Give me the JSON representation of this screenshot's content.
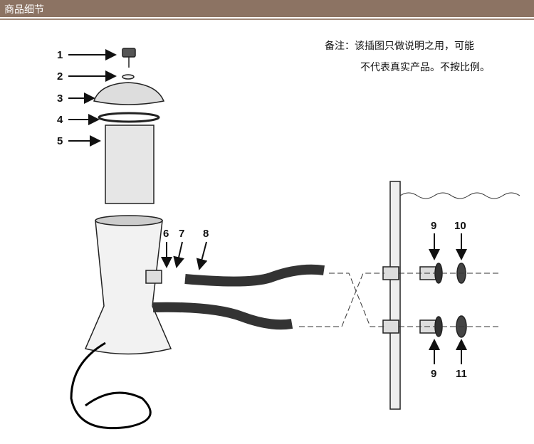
{
  "header": {
    "title": "商品细节"
  },
  "note": {
    "line1": "备注：该插图只做说明之用，可能",
    "line2": "不代表真实产品。不按比例。"
  },
  "diagram": {
    "labels": [
      "1",
      "2",
      "3",
      "4",
      "5",
      "6",
      "7",
      "8",
      "9",
      "10",
      "9",
      "11"
    ]
  }
}
